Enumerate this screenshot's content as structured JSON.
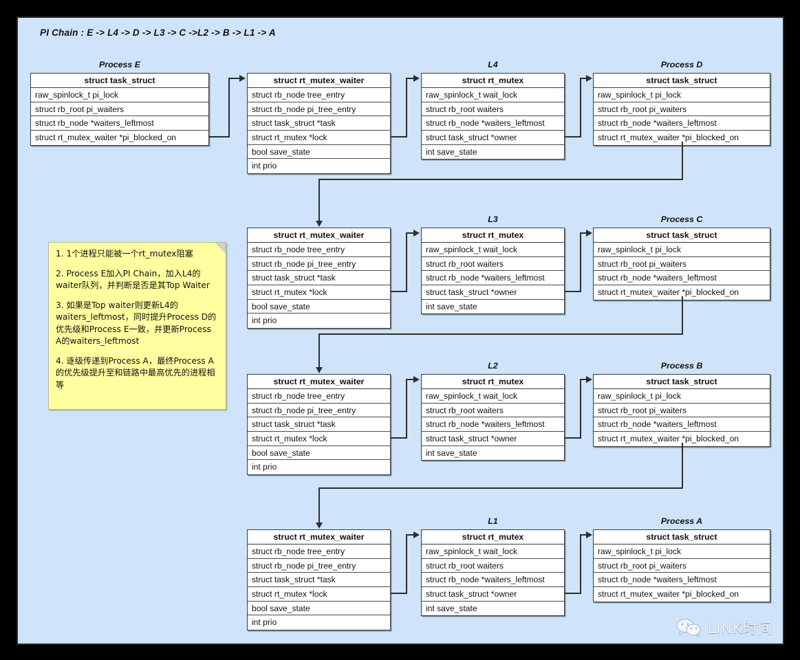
{
  "diagram": {
    "title": "PI Chain : E -> L4 -> D -> L3 -> C ->L2 -> B -> L1 -> A",
    "watermark": "LINK时间",
    "colors": {
      "panel_background": "#cfe4fa",
      "box_fill": "#ffffff",
      "box_border": "#3a3a3a",
      "note_fill": "#ffffa0",
      "outer_background": "#000000"
    }
  },
  "note": {
    "lines": [
      "1. 1个进程只能被一个rt_mutex阻塞",
      "2. Process E加入PI Chain，加入L4的waiter队列，并判断是否是其Top Waiter",
      "3. 如果是Top waiter则更新L4的waiters_leftmost，同时提升Process D的优先级和Process E一致，并更新Process A的waiters_leftmost",
      "4. 逐级传递到Process A，最终Process A的优先级提升至和链路中最高优先的进程相等"
    ]
  },
  "structs": {
    "task_struct": {
      "header": "struct task_struct",
      "fields": [
        "raw_spinlock_t pi_lock",
        "struct rb_root pi_waiters",
        "struct rb_node *waiters_leftmost",
        "struct rt_mutex_waiter *pi_blocked_on"
      ]
    },
    "rt_mutex_waiter": {
      "header": "struct rt_mutex_waiter",
      "fields": [
        "struct rb_node tree_entry",
        "struct rb_node pi_tree_entry",
        "struct task_struct *task",
        "struct rt_mutex *lock",
        "bool save_state",
        "int prio"
      ]
    },
    "rt_mutex": {
      "header": "struct rt_mutex",
      "fields": [
        "raw_spinlock_t wait_lock",
        "struct rb_root waiters",
        "struct rb_node *waiters_leftmost",
        "struct task_struct *owner",
        "int save_state"
      ]
    }
  },
  "captions": {
    "process_e": "Process E",
    "process_d": "Process D",
    "process_c": "Process C",
    "process_b": "Process B",
    "process_a": "Process A",
    "l4": "L4",
    "l3": "L3",
    "l2": "L2",
    "l1": "L1"
  }
}
